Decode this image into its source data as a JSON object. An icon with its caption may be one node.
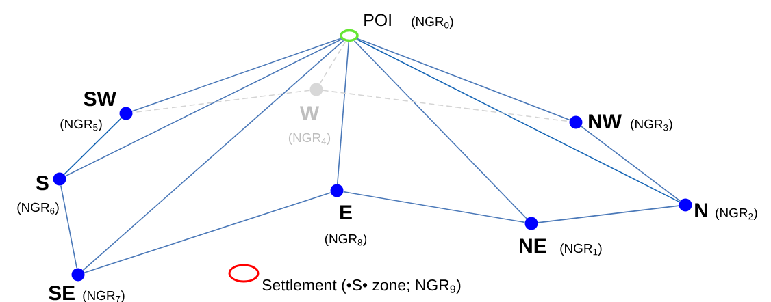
{
  "diagram": {
    "nodes": [
      {
        "text": [
          "POI",
          "(NGR$_{0}$)"
        ]
      },
      {
        "text": [
          "NE",
          "(NGR$_{1}$)"
        ]
      },
      {
        "text": [
          "N",
          "(NGR$_{2}$)"
        ]
      },
      {
        "text": [
          "NW",
          "(NGR$_{3}$)"
        ]
      },
      {
        "text": [
          "W",
          "(NGR$_{4}$)"
        ]
      },
      {
        "text": [
          "SW",
          "(NGR$_{5}$)"
        ]
      },
      {
        "text": [
          "S",
          "(NGR$_{6}$)"
        ]
      },
      {
        "text": [
          "SE",
          "(NGR$_{7}$)"
        ]
      },
      {
        "text": [
          "E",
          "(NGR$_{8}$)"
        ]
      }
    ],
    "edges": [
      {
        "from": 0,
        "to": 5,
        "arrow": "none"
      },
      {
        "from": 0,
        "to": 6,
        "arrow": "none"
      },
      {
        "from": 0,
        "to": 7,
        "arrow": "none"
      },
      {
        "from": 0,
        "to": 8,
        "arrow": "none"
      },
      {
        "from": 0,
        "to": 1,
        "arrow": "none"
      },
      {
        "from": 0,
        "to": 2,
        "arrow": "none",
        "color": "#1565b5"
      },
      {
        "from": 0,
        "to": 3,
        "arrow": "none"
      },
      {
        "from": 5,
        "to": 6,
        "arrow": "none",
        "color": "#1565b5"
      },
      {
        "from": 6,
        "to": 7,
        "arrow": "none"
      },
      {
        "from": 7,
        "to": 8,
        "arrow": "none"
      },
      {
        "from": 8,
        "to": 1,
        "arrow": "none"
      },
      {
        "from": 1,
        "to": 2,
        "arrow": "none"
      },
      {
        "from": 3,
        "to": 2,
        "arrow": "none"
      },
      {
        "from": 0,
        "to": 4,
        "arrow": "none",
        "style": "dashed",
        "color": "#d4d4d4"
      },
      {
        "from": 4,
        "to": 5,
        "arrow": "none",
        "style": "dashed",
        "color": "#d4d4d4"
      },
      {
        "from": 4,
        "to": 3,
        "arrow": "none",
        "style": "dashed",
        "color": "#d4d4d4"
      }
    ],
    "legend": [
      {
        "text": "Settlement (•S• zone; NGR$_{9}$)"
      }
    ]
  }
}
